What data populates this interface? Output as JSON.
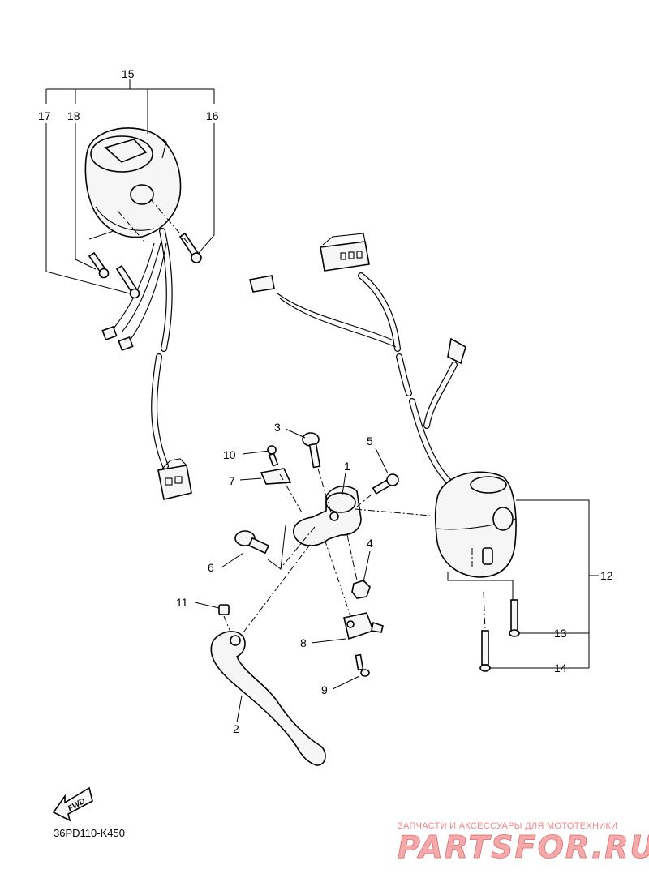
{
  "drawing_code": "36PD110-K450",
  "direction_label": "FWD",
  "watermark": {
    "caption": "ЗАПЧАСТИ И АКСЕССУАРЫ ДЛЯ МОТОТЕХНИКИ",
    "brand": "PARTSFOR.RU"
  },
  "callouts": {
    "c1": "1",
    "c2": "2",
    "c3": "3",
    "c4": "4",
    "c5": "5",
    "c6": "6",
    "c7": "7",
    "c8": "8",
    "c9": "9",
    "c10": "10",
    "c11": "11",
    "c12": "12",
    "c13": "13",
    "c14": "14",
    "c15": "15",
    "c16": "16",
    "c17": "17",
    "c18": "18"
  }
}
